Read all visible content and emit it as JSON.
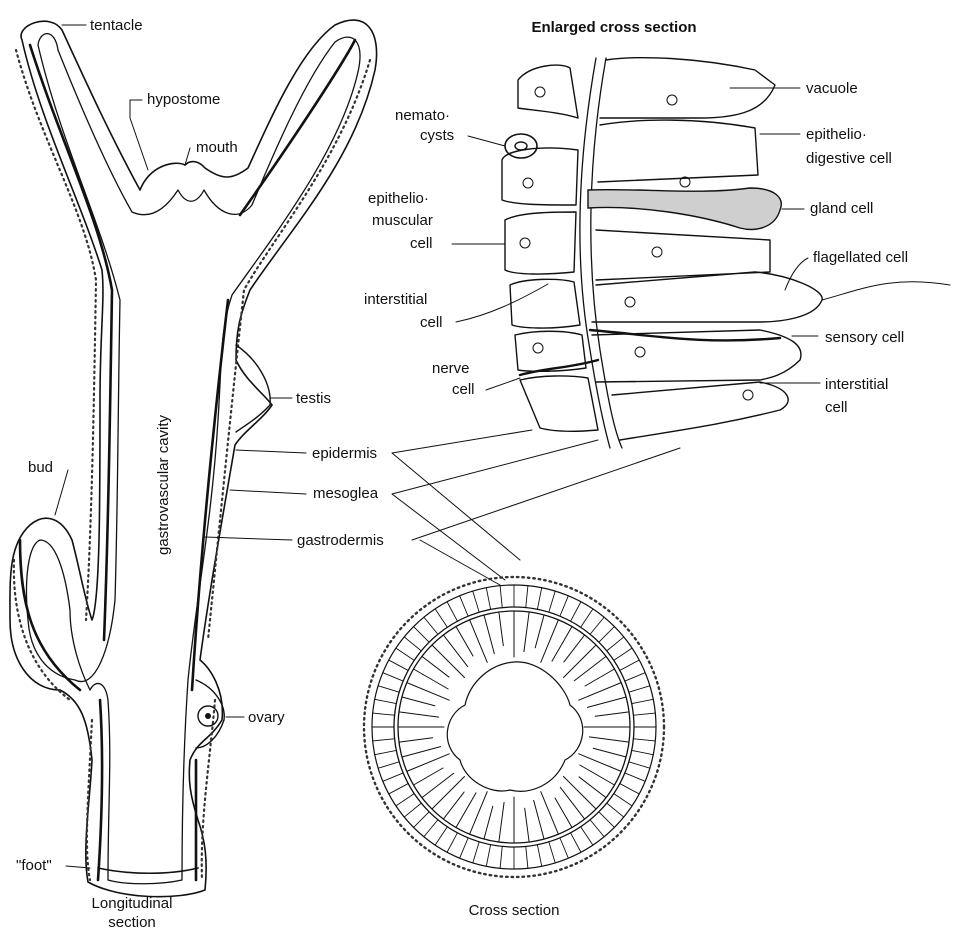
{
  "title": "Enlarged cross section",
  "captions": {
    "longitudinal": [
      "Longitudinal",
      "section"
    ],
    "cross": "Cross section"
  },
  "labels": {
    "tentacle": "tentacle",
    "hypostome": "hypostome",
    "mouth": "mouth",
    "cavity": "gastrovascular cavity",
    "testis": "testis",
    "bud": "bud",
    "ovary": "ovary",
    "foot": "\"foot\"",
    "nematocysts": [
      "nemato·",
      "cysts"
    ],
    "epitheliomuscular": [
      "epithelio·",
      "muscular",
      "cell"
    ],
    "interstitial_left": [
      "interstitial",
      "cell"
    ],
    "nerve": [
      "nerve",
      "cell"
    ],
    "vacuole": "vacuole",
    "epitheliodigestive": [
      "epithelio·",
      "digestive cell"
    ],
    "gland": "gland  cell",
    "flagellated": "flagellated cell",
    "sensory": "sensory cell",
    "interstitial_right": [
      "interstitial",
      "cell"
    ],
    "epidermis": "epidermis",
    "mesoglea": "mesoglea",
    "gastrodermis": "gastrodermis"
  }
}
